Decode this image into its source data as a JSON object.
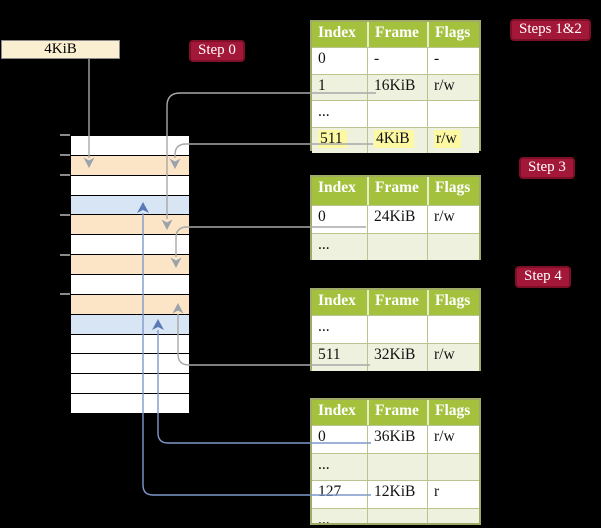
{
  "legend": {
    "label": "4KiB"
  },
  "steps": {
    "step0": "Step 0",
    "steps12": "Steps 1&2",
    "step3": "Step 3",
    "step4": "Step 4"
  },
  "memory_stack": {
    "rows": [
      "white",
      "orange",
      "white",
      "blue",
      "orange",
      "white",
      "orange",
      "white",
      "orange",
      "blue",
      "white",
      "white",
      "white",
      "white"
    ]
  },
  "tables": [
    {
      "headers": [
        "Index",
        "Frame",
        "Flags"
      ],
      "rows": [
        [
          "0",
          "-",
          "-"
        ],
        [
          "1",
          "16KiB",
          "r/w"
        ],
        [
          "...",
          "",
          ""
        ],
        [
          "511",
          "4KiB",
          "r/w"
        ]
      ]
    },
    {
      "headers": [
        "Index",
        "Frame",
        "Flags"
      ],
      "rows": [
        [
          "0",
          "24KiB",
          "r/w"
        ],
        [
          "...",
          "",
          ""
        ]
      ]
    },
    {
      "headers": [
        "Index",
        "Frame",
        "Flags"
      ],
      "rows": [
        [
          "...",
          "",
          ""
        ],
        [
          "511",
          "32KiB",
          "r/w"
        ]
      ]
    },
    {
      "headers": [
        "Index",
        "Frame",
        "Flags"
      ],
      "rows": [
        [
          "0",
          "36KiB",
          "r/w"
        ],
        [
          "...",
          "",
          ""
        ],
        [
          "127",
          "12KiB",
          "r"
        ],
        [
          "...",
          "",
          ""
        ]
      ]
    }
  ],
  "colors": {
    "step_label_red": "#a31838",
    "table_header_green": "#a3c13c",
    "table_row_green": "#edf1dd",
    "highlight_yellow": "#fdf9a3",
    "stack_orange": "#fce4c6",
    "stack_blue": "#d8e5f4",
    "legend_cream": "#fbefd1",
    "connector_gray": "#a8a8a8",
    "connector_blue": "#7e99cb"
  }
}
